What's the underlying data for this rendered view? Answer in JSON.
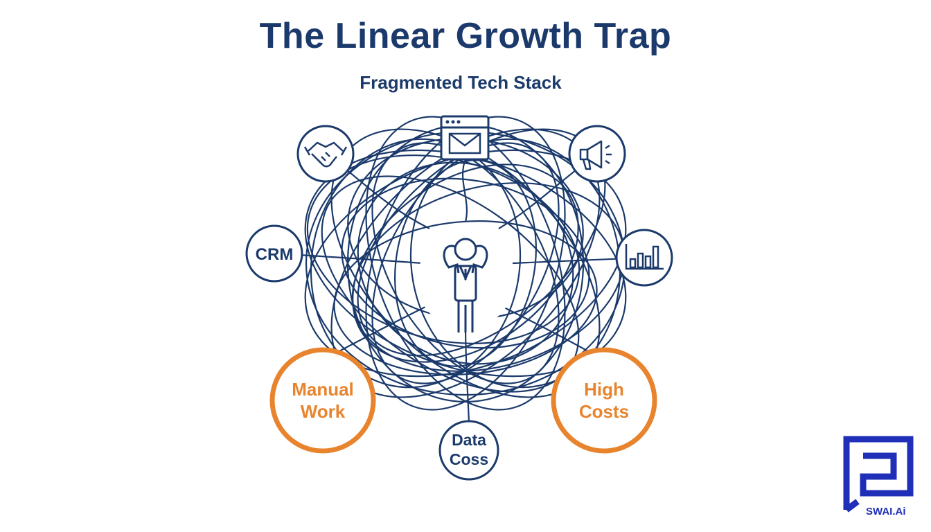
{
  "header": {
    "title": "The Linear Growth Trap",
    "subtitle": "Fragmented Tech Stack"
  },
  "nodes": {
    "crm": "CRM",
    "manual_line1": "Manual",
    "manual_line2": "Work",
    "high_line1": "High",
    "high_line2": "Costs",
    "data_line1": "Data",
    "data_line2": "Coss"
  },
  "icons": {
    "top_left": "handshake-icon",
    "top_center": "email-window-icon",
    "top_right": "megaphone-icon",
    "right": "bar-chart-icon",
    "center": "stressed-person-icon"
  },
  "logo": {
    "text": "SWAI.Ai"
  },
  "colors": {
    "navy": "#1b3a6b",
    "orange": "#e8842e",
    "logo_blue": "#1f2fb8"
  }
}
